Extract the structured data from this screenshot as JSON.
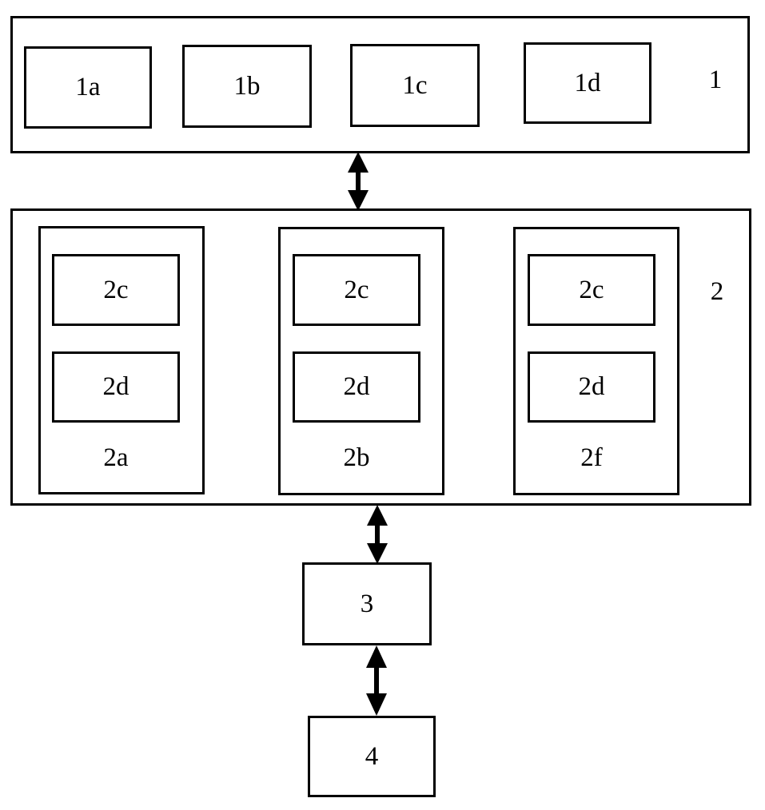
{
  "diagram": {
    "type": "block-diagram",
    "title": "",
    "background_color": "#ffffff",
    "line_color": "#000000",
    "blocks": {
      "group1": {
        "label": "1",
        "children": [
          {
            "label": "1a"
          },
          {
            "label": "1b"
          },
          {
            "label": "1c"
          },
          {
            "label": "1d"
          }
        ]
      },
      "group2": {
        "label": "2",
        "children": [
          {
            "label": "2a",
            "children": [
              {
                "label": "2c"
              },
              {
                "label": "2d"
              }
            ]
          },
          {
            "label": "2b",
            "children": [
              {
                "label": "2c"
              },
              {
                "label": "2d"
              }
            ]
          },
          {
            "label": "2f",
            "children": [
              {
                "label": "2c"
              },
              {
                "label": "2d"
              }
            ]
          }
        ]
      },
      "block3": {
        "label": "3"
      },
      "block4": {
        "label": "4"
      }
    },
    "connectors": [
      {
        "from": "1",
        "to": "2",
        "style": "double-arrow"
      },
      {
        "from": "2",
        "to": "3",
        "style": "double-arrow"
      },
      {
        "from": "3",
        "to": "4",
        "style": "double-arrow"
      }
    ]
  }
}
